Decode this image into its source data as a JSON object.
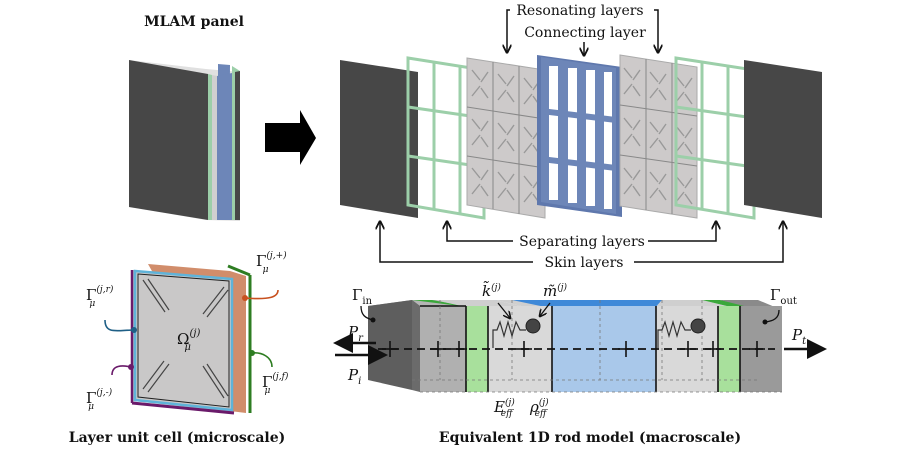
{
  "titles": {
    "panel": "MLAM panel",
    "unit_cell": "Layer unit cell (microscale)",
    "rod_model": "Equivalent 1D rod model (macroscale)"
  },
  "exploded_view": {
    "labels": {
      "resonating": "Resonating layers",
      "connecting": "Connecting layer",
      "separating": "Separating layers",
      "skin": "Skin layers"
    },
    "layer_order": [
      "skin",
      "separating",
      "resonating",
      "connecting",
      "resonating",
      "separating",
      "skin"
    ]
  },
  "unit_cell": {
    "domain_symbol": "Ω",
    "domain_sub": "μ",
    "domain_sup": "(j)",
    "boundaries": [
      {
        "id": "r",
        "symbol": "Γ",
        "sub": "μ",
        "sup": "(j,r)",
        "color": "#1f5f86"
      },
      {
        "id": "minus",
        "symbol": "Γ",
        "sub": "μ",
        "sup": "(j,-)",
        "color": "#6a1a6a"
      },
      {
        "id": "plus",
        "symbol": "Γ",
        "sub": "μ",
        "sup": "(j,+)",
        "color": "#c8501e"
      },
      {
        "id": "f",
        "symbol": "Γ",
        "sub": "μ",
        "sup": "(j,f)",
        "color": "#2e7d22"
      }
    ]
  },
  "rod": {
    "gamma_in": {
      "symbol": "Γ",
      "sub": "in"
    },
    "gamma_out": {
      "symbol": "Γ",
      "sub": "out"
    },
    "p_r": {
      "symbol": "P",
      "sub": "r"
    },
    "p_i": {
      "symbol": "P",
      "sub": "i"
    },
    "p_t": {
      "symbol": "P",
      "sub": "t"
    },
    "k": {
      "symbol": "k̃",
      "sup": "(j)"
    },
    "m": {
      "symbol": "m̃",
      "sup": "(j)"
    },
    "E": {
      "symbol": "E",
      "sub": "eff",
      "sup": "(j)"
    },
    "rho": {
      "symbol": "ρ",
      "sub": "eff",
      "sup": "(j)"
    }
  },
  "colors": {
    "skin": "#474747",
    "separating": "#9ccfa9",
    "resonating": "#cdcaca",
    "connecting": "#6d86b8",
    "rod_skin": "#6b6b6b",
    "rod_separating": "#a8e09c",
    "rod_resonating": "#d9d9d9",
    "rod_connecting": "#a9c8ea"
  }
}
